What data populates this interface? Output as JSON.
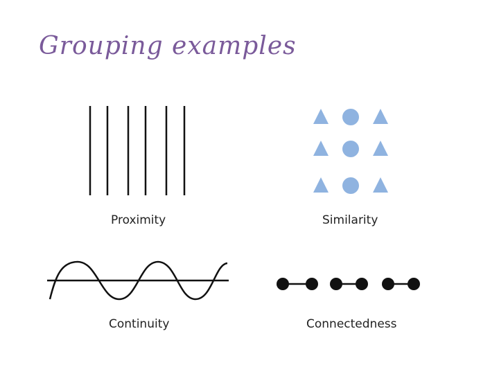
{
  "title": "Grouping examples",
  "colors": {
    "title": "#7a5a9a",
    "shape_fill": "#8fb3e0",
    "line": "#111111"
  },
  "panels": {
    "proximity": {
      "label": "Proximity",
      "line_count": 6
    },
    "similarity": {
      "label": "Similarity",
      "grid_rows": 3,
      "row_pattern": [
        "triangle",
        "circle",
        "triangle"
      ]
    },
    "continuity": {
      "label": "Continuity"
    },
    "connectedness": {
      "label": "Connectedness",
      "dot_pairs": 3
    }
  }
}
